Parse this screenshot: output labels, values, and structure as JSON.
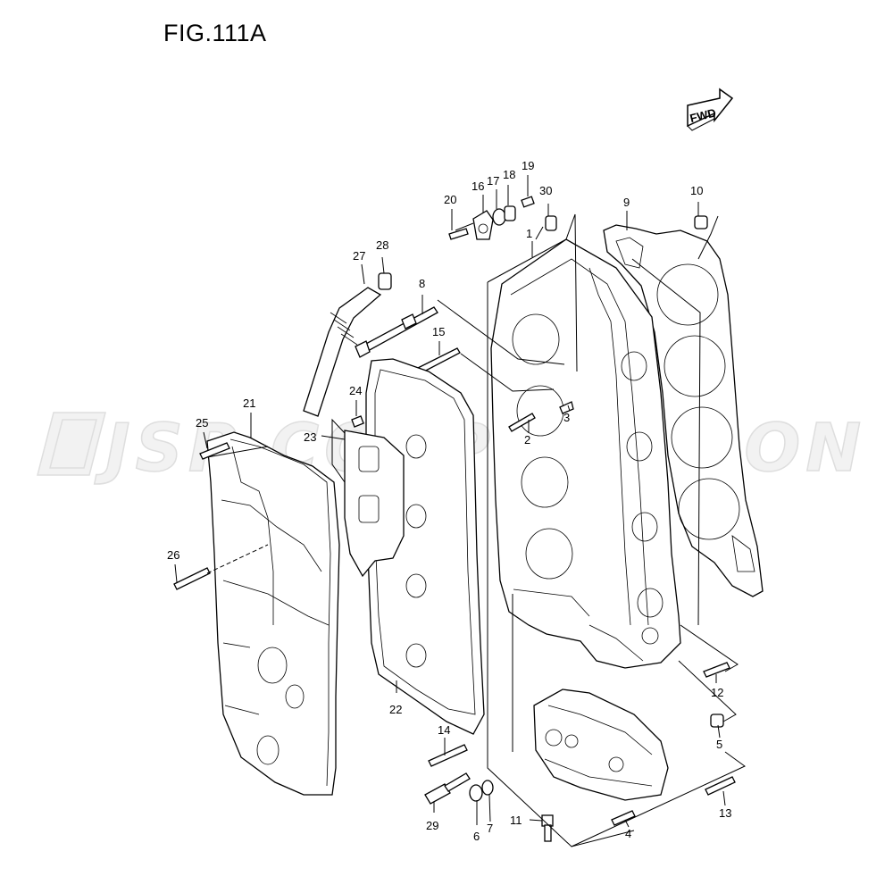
{
  "figure": {
    "title": "FIG.111A"
  },
  "direction_badge": {
    "label": "FWD"
  },
  "watermark": {
    "text": "JSP CORPORATION"
  },
  "callouts": [
    "1",
    "2",
    "3",
    "4",
    "5",
    "6",
    "7",
    "8",
    "9",
    "10",
    "11",
    "12",
    "13",
    "14",
    "15",
    "16",
    "17",
    "18",
    "19",
    "20",
    "21",
    "22",
    "23",
    "24",
    "25",
    "26",
    "27",
    "28",
    "29",
    "30"
  ]
}
